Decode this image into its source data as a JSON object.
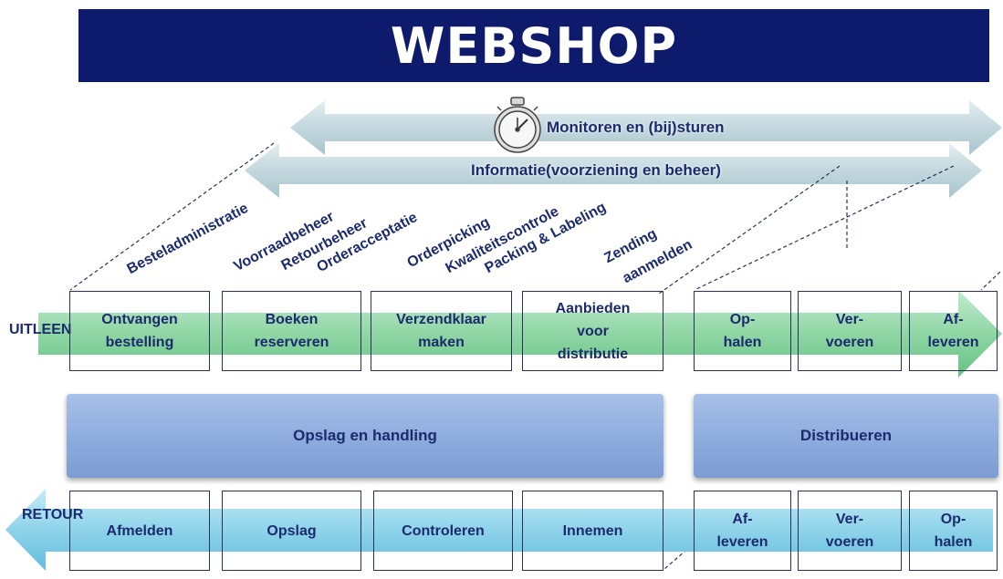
{
  "title": "WEBSHOP",
  "monitoring_label": "Monitoren en (bij)sturen",
  "information_label": "Informatie(voorziening en beheer)",
  "activities": [
    "Besteladministratie",
    "Voorraadbeheer",
    "Retourbeheer",
    "Orderacceptatie",
    "Orderpicking",
    "Kwaliteitscontrole",
    "Packing & Labeling",
    "Zending",
    "aanmelden"
  ],
  "uitleen": {
    "label": "UITLEEN",
    "steps": [
      "Ontvangen\nbestelling",
      "Boeken\nreserveren",
      "Verzendklaar\nmaken",
      "Aanbieden\nvoor\ndistributie",
      "Op-\nhalen",
      "Ver-\nvoeren",
      "Af-\nleveren"
    ]
  },
  "blocks": {
    "storage": "Opslag en handling",
    "distribution": "Distribueren"
  },
  "retour": {
    "label": "RETOUR",
    "steps": [
      "Afmelden",
      "Opslag",
      "Controleren",
      "Innemen",
      "Af-\nleveren",
      "Ver-\nvoeren",
      "Op-\nhalen"
    ]
  },
  "colors": {
    "title_bg": "#0e1a6b",
    "uitleen_arrow": "#8fd6a4",
    "retour_arrow": "#8fd3ea",
    "info_arrow": "#c9dde3",
    "block": "#8fadde",
    "text": "#1c2a6e"
  },
  "icons": [
    "stopwatch-icon"
  ]
}
